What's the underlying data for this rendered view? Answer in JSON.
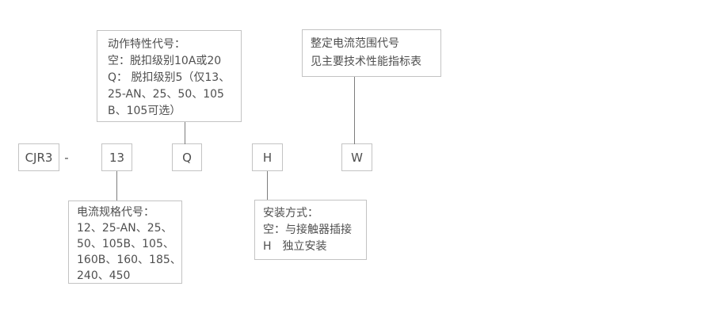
{
  "colors": {
    "background": "#ffffff",
    "box_border": "#c3c3c3",
    "connector_line": "#7d7d7d",
    "text": "#4f4f4f"
  },
  "model_code": {
    "series": "CJR3",
    "separator": "-",
    "current_spec": "13",
    "trip_class": "Q",
    "mounting": "H",
    "current_range": "W"
  },
  "callouts": {
    "trip_class": {
      "lines": [
        "动作特性代号：",
        "空：脱扣级别10A或20",
        "Q： 脱扣级别5（仅13、",
        "25-AN、25、50、105",
        "B、105可选）"
      ]
    },
    "current_range": {
      "lines": [
        "整定电流范围代号",
        "见主要技术性能指标表"
      ]
    },
    "current_spec": {
      "lines": [
        "电流规格代号：",
        "12、25-AN、25、",
        "50、105B、105、",
        "160B、160、185、",
        "240、450"
      ]
    },
    "mounting": {
      "lines": [
        "安装方式：",
        "空：与接触器插接",
        "H　独立安装"
      ]
    }
  }
}
